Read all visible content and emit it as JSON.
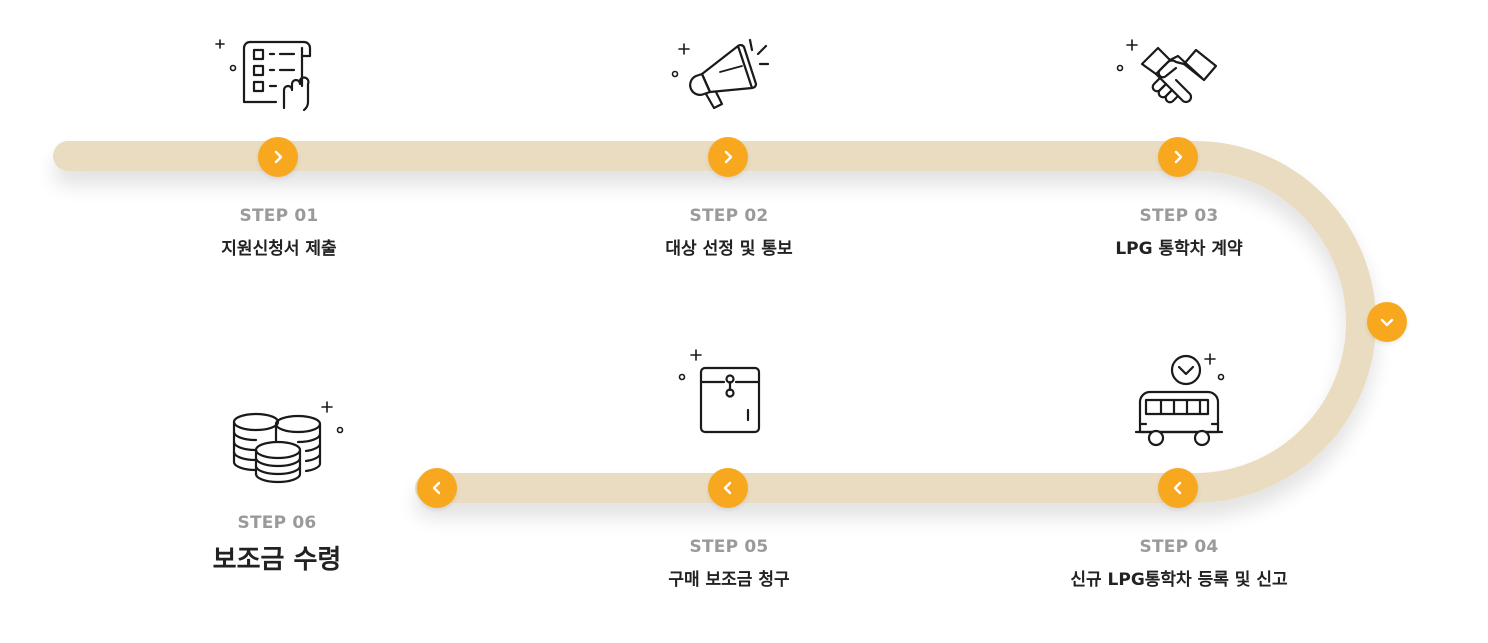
{
  "steps": [
    {
      "label": "STEP 01",
      "title": "지원신청서 제출",
      "icon": "application-form-icon"
    },
    {
      "label": "STEP 02",
      "title": "대상 선정 및 통보",
      "icon": "megaphone-icon"
    },
    {
      "label": "STEP 03",
      "title": "LPG 통학차 계약",
      "icon": "handshake-icon"
    },
    {
      "label": "STEP 04",
      "title": "신규 LPG통학차 등록 및 신고",
      "icon": "bus-icon"
    },
    {
      "label": "STEP 05",
      "title": "구매 보조금 청구",
      "icon": "envelope-icon"
    },
    {
      "label": "STEP 06",
      "title": "보조금 수령",
      "icon": "coins-icon"
    }
  ],
  "colors": {
    "track": "#e9dcc0",
    "accent": "#f8a81e",
    "icon": "#1a1a1a"
  }
}
